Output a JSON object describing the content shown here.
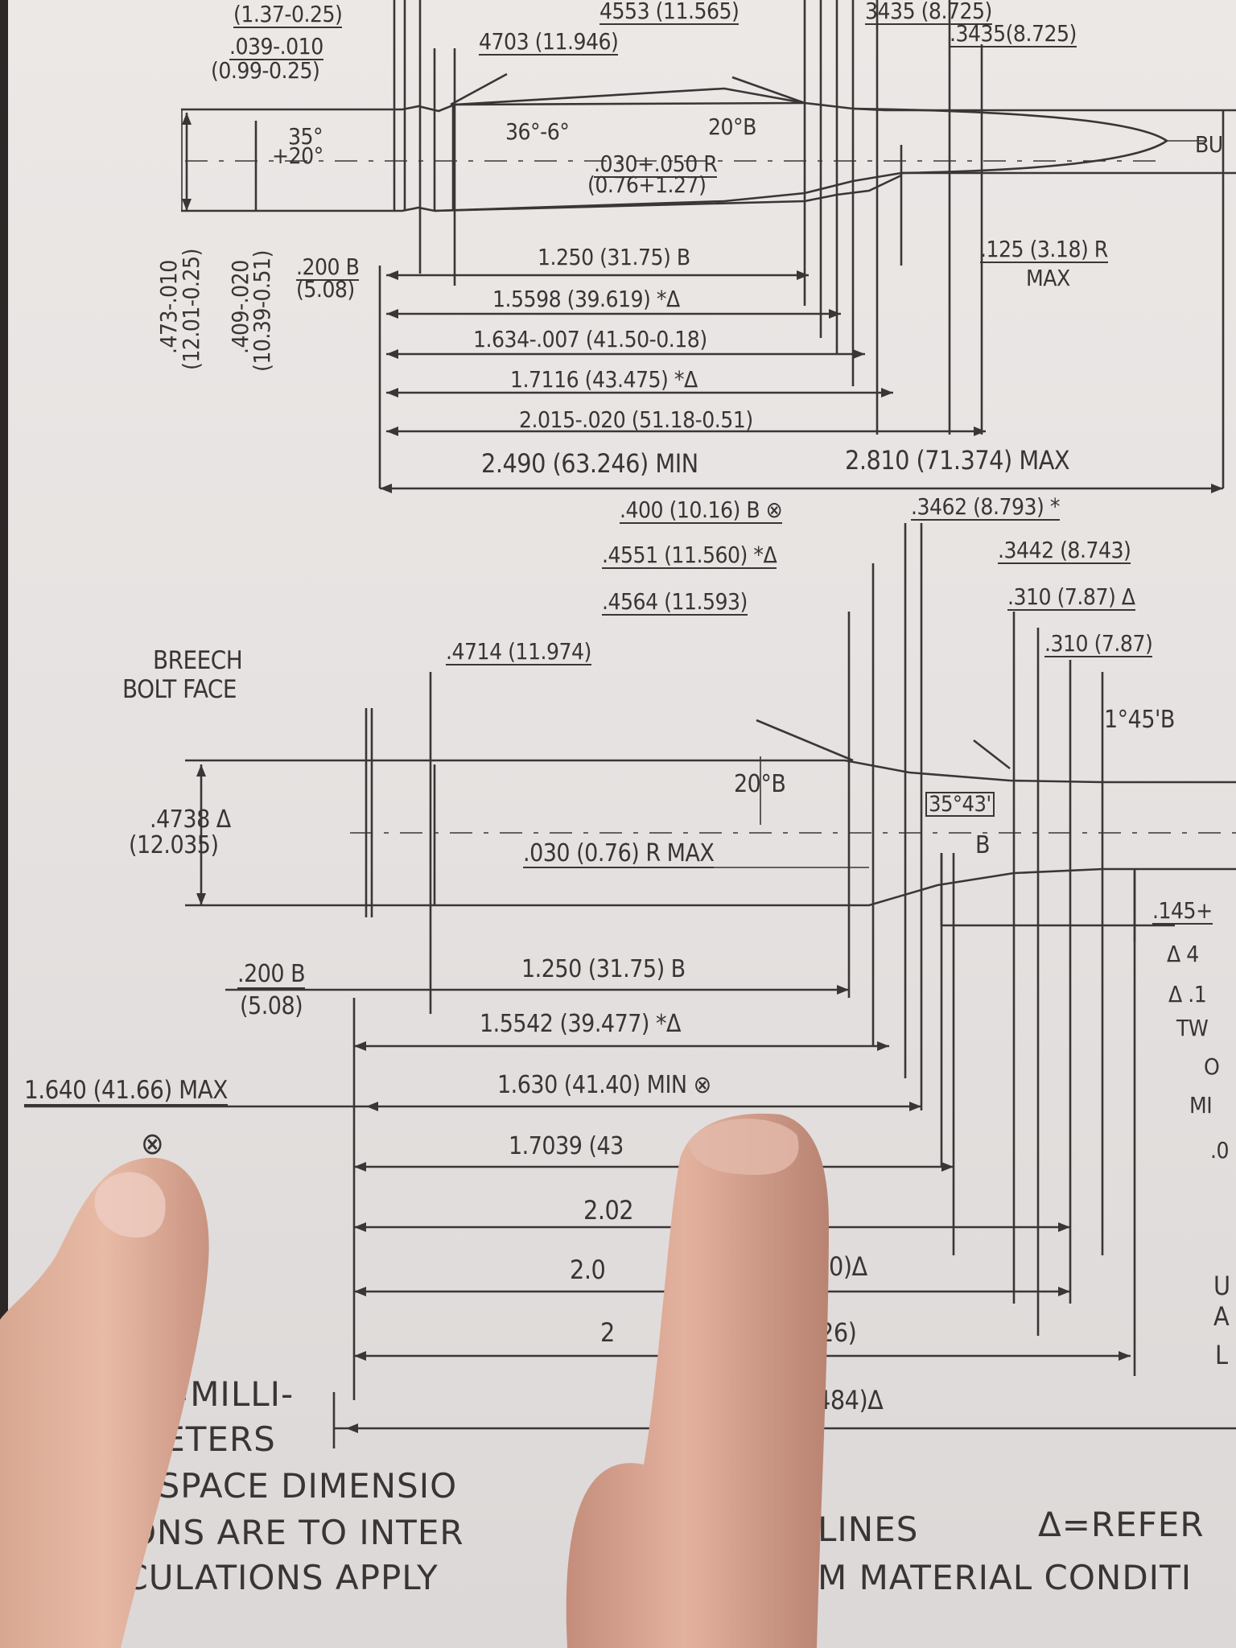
{
  "upper_labels": {
    "top_partial_a": "(1.37-0.25)",
    "top_partial_b": "4553 (11.565)",
    "top_partial_c": "3435 (8.725)",
    "rim_thickness": ".039-.010",
    "rim_thickness_mm": "(0.99-0.25)",
    "dim_4703": "4703 (11.946)",
    "dim_3435": ".3435(8.725)",
    "angle_35": "35°",
    "angle_plus20": "+20°",
    "angle_36": "36°-6°",
    "angle_20b": "20°B",
    "radius_030": ".030+.050 R",
    "radius_030_mm": "(0.76+1.27)",
    "bullet": "BU",
    "rim_dia": ".473-.010",
    "rim_dia_mm": "(12.01-0.25)",
    "groove_dia": ".409-.020",
    "groove_dia_mm": "(10.39-0.51)",
    "dim_200b": ".200 B",
    "dim_200b_mm": "(5.08)",
    "dim_1250": "1.250 (31.75) B",
    "radius_125": ".125 (3.18) R",
    "radius_125_max": "MAX",
    "dim_15598": "1.5598 (39.619) *Δ",
    "dim_1634": "1.634-.007 (41.50-0.18)",
    "dim_17116": "1.7116 (43.475) *Δ",
    "dim_2015": "2.015-.020 (51.18-0.51)",
    "dim_2490": "2.490 (63.246) MIN",
    "dim_2810": "2.810 (71.374) MAX"
  },
  "lower_labels": {
    "dim_400": ".400 (10.16) B ⊗",
    "dim_3462": ".3462 (8.793) *",
    "dim_4551": ".4551 (11.560) *Δ",
    "dim_3442": ".3442 (8.743)",
    "dim_4564": ".4564 (11.593)",
    "dim_310a": ".310 (7.87) Δ",
    "dim_310b": ".310 (7.87)",
    "dim_4714": ".4714 (11.974)",
    "breech": "BREECH",
    "bolt_face": "BOLT FACE",
    "angle_145": "1°45'B",
    "angle_20b": "20°B",
    "angle_3543": "35°43'",
    "b_mark": "B",
    "dim_4738": ".4738 Δ",
    "dim_4738_mm": "(12.035)",
    "radius_030": ".030 (0.76) R MAX",
    "dim_145": ".145+",
    "side_a": "Δ 4",
    "side_b": "Δ .1",
    "side_c": "TW",
    "side_d": "O",
    "side_e": "MI",
    "side_f": ".0",
    "dim_200b": ".200 B",
    "dim_200b_mm": "(5.08)",
    "dim_1250": "1.250 (31.75) B",
    "dim_15542": "1.5542 (39.477) *Δ",
    "dim_1640": "1.640 (41.66) MAX",
    "dim_1630": "1.630 (41.40) MIN ⊗",
    "symbol_x": "⊗",
    "dim_17039": "1.7039 (43",
    "dim_17039_tail": "Δ",
    "dim_202": "2.02",
    "dim_20x": "2.0",
    "dim_20x_tail": "0)Δ",
    "dim_2y": "2",
    "dim_2y_tail": "26)",
    "dim_484": "484)Δ",
    "side_u": "U",
    "side_a2": "A",
    "side_l": "L"
  },
  "notes": {
    "mm_a": "=MILLI-",
    "mm_b": "METERS",
    "line1": "EADSPACE DIMENSIO",
    "line2a": "ENSIONS ARE TO INTER",
    "line2b": "LINES",
    "line2c": "Δ=REFER",
    "line3a": "CALCULATIONS APPLY",
    "line3b": "M MATERIAL CONDITI"
  }
}
